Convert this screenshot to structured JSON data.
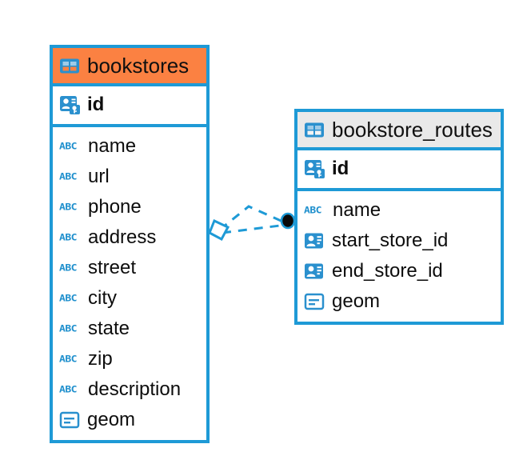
{
  "diagram": {
    "type": "er-diagram",
    "background": "#ffffff",
    "accent_color": "#1e9ad6",
    "selected_header_color": "#fb8142",
    "normal_header_color": "#e9e9e9",
    "icon_color": "#2a90ce"
  },
  "entities": [
    {
      "name": "bookstores",
      "table_icon": "table-icon",
      "header_state": "selected",
      "keys": [
        {
          "label": "id",
          "icon": "primary-key-icon",
          "datatype": "key"
        }
      ],
      "attributes": [
        {
          "label": "name",
          "icon": "text-type-icon"
        },
        {
          "label": "url",
          "icon": "text-type-icon"
        },
        {
          "label": "phone",
          "icon": "text-type-icon"
        },
        {
          "label": "address",
          "icon": "text-type-icon"
        },
        {
          "label": "street",
          "icon": "text-type-icon"
        },
        {
          "label": "city",
          "icon": "text-type-icon"
        },
        {
          "label": "state",
          "icon": "text-type-icon"
        },
        {
          "label": "zip",
          "icon": "text-type-icon"
        },
        {
          "label": "description",
          "icon": "text-type-icon"
        },
        {
          "label": "geom",
          "icon": "geometry-type-icon"
        }
      ]
    },
    {
      "name": "bookstore_routes",
      "table_icon": "table-icon",
      "header_state": "normal",
      "keys": [
        {
          "label": "id",
          "icon": "primary-key-icon",
          "datatype": "key"
        }
      ],
      "attributes": [
        {
          "label": "name",
          "icon": "text-type-icon"
        },
        {
          "label": "start_store_id",
          "icon": "foreign-key-icon"
        },
        {
          "label": "end_store_id",
          "icon": "foreign-key-icon"
        },
        {
          "label": "geom",
          "icon": "geometry-type-icon"
        }
      ]
    }
  ],
  "relationship": {
    "from_entity": "bookstores",
    "to_entity": "bookstore_routes",
    "line_style": "dashed",
    "line_color": "#1e9ad6",
    "source_marker": "diamond-marker",
    "target_marker": "filled-circle-marker",
    "target_marker_color": "#000000"
  }
}
